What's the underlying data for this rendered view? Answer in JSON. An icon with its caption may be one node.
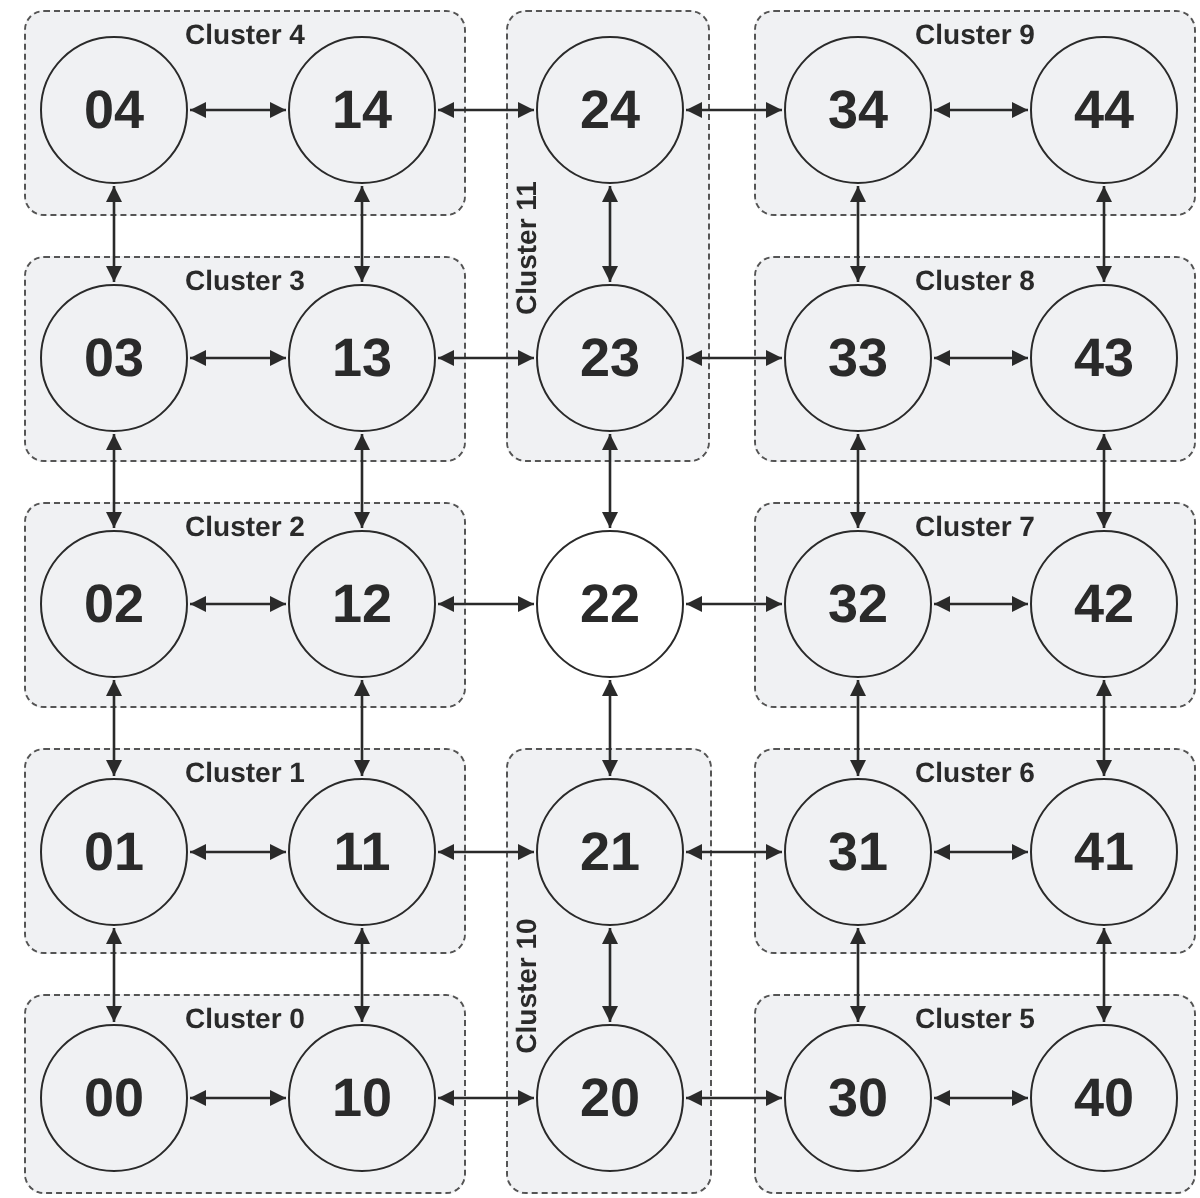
{
  "diagram": {
    "nodes": [
      {
        "text": [
          "Cluster 4"
        ]
      },
      {
        "text": [
          "04"
        ],
        "in": 0
      },
      {
        "text": [
          "14"
        ],
        "in": 0
      },
      {
        "text": [
          "Cluster 11"
        ]
      },
      {
        "text": [
          "24"
        ],
        "in": 3
      },
      {
        "text": [
          "23"
        ],
        "in": 3
      },
      {
        "text": [
          "Cluster 9"
        ]
      },
      {
        "text": [
          "34"
        ],
        "in": 6
      },
      {
        "text": [
          "44"
        ],
        "in": 6
      },
      {
        "text": [
          "Cluster 3"
        ]
      },
      {
        "text": [
          "03"
        ],
        "in": 9
      },
      {
        "text": [
          "13"
        ],
        "in": 9
      },
      {
        "text": [
          "Cluster 8"
        ]
      },
      {
        "text": [
          "33"
        ],
        "in": 12
      },
      {
        "text": [
          "43"
        ],
        "in": 12
      },
      {
        "text": [
          "Cluster 2"
        ]
      },
      {
        "text": [
          "02"
        ],
        "in": 15
      },
      {
        "text": [
          "12"
        ],
        "in": 15
      },
      {
        "text": [
          "22"
        ]
      },
      {
        "text": [
          "Cluster 7"
        ]
      },
      {
        "text": [
          "32"
        ],
        "in": 19
      },
      {
        "text": [
          "42"
        ],
        "in": 19
      },
      {
        "text": [
          "Cluster 1"
        ]
      },
      {
        "text": [
          "01"
        ],
        "in": 22
      },
      {
        "text": [
          "11"
        ],
        "in": 22
      },
      {
        "text": [
          "Cluster 10"
        ]
      },
      {
        "text": [
          "21"
        ],
        "in": 25
      },
      {
        "text": [
          "20"
        ],
        "in": 25
      },
      {
        "text": [
          "Cluster 6"
        ]
      },
      {
        "text": [
          "31"
        ],
        "in": 28
      },
      {
        "text": [
          "41"
        ],
        "in": 28
      },
      {
        "text": [
          "Cluster 0"
        ]
      },
      {
        "text": [
          "00"
        ],
        "in": 31
      },
      {
        "text": [
          "10"
        ],
        "in": 31
      },
      {
        "text": [
          "Cluster 5"
        ]
      },
      {
        "text": [
          "30"
        ],
        "in": 34
      },
      {
        "text": [
          "40"
        ],
        "in": 34
      }
    ],
    "edges": [
      {
        "from": 1,
        "to": 2,
        "arrow": "both"
      },
      {
        "from": 2,
        "to": 4,
        "arrow": "both"
      },
      {
        "from": 4,
        "to": 7,
        "arrow": "both"
      },
      {
        "from": 7,
        "to": 8,
        "arrow": "both"
      },
      {
        "from": 10,
        "to": 11,
        "arrow": "both"
      },
      {
        "from": 11,
        "to": 5,
        "arrow": "both"
      },
      {
        "from": 5,
        "to": 13,
        "arrow": "both"
      },
      {
        "from": 13,
        "to": 14,
        "arrow": "both"
      },
      {
        "from": 16,
        "to": 17,
        "arrow": "both"
      },
      {
        "from": 17,
        "to": 18,
        "arrow": "both"
      },
      {
        "from": 18,
        "to": 20,
        "arrow": "both"
      },
      {
        "from": 20,
        "to": 21,
        "arrow": "both"
      },
      {
        "from": 23,
        "to": 24,
        "arrow": "both"
      },
      {
        "from": 24,
        "to": 26,
        "arrow": "both"
      },
      {
        "from": 26,
        "to": 29,
        "arrow": "both"
      },
      {
        "from": 29,
        "to": 30,
        "arrow": "both"
      },
      {
        "from": 32,
        "to": 33,
        "arrow": "both"
      },
      {
        "from": 33,
        "to": 27,
        "arrow": "both"
      },
      {
        "from": 27,
        "to": 35,
        "arrow": "both"
      },
      {
        "from": 35,
        "to": 36,
        "arrow": "both"
      },
      {
        "from": 1,
        "to": 10,
        "arrow": "both"
      },
      {
        "from": 10,
        "to": 16,
        "arrow": "both"
      },
      {
        "from": 16,
        "to": 23,
        "arrow": "both"
      },
      {
        "from": 23,
        "to": 32,
        "arrow": "both"
      },
      {
        "from": 2,
        "to": 11,
        "arrow": "both"
      },
      {
        "from": 11,
        "to": 17,
        "arrow": "both"
      },
      {
        "from": 17,
        "to": 24,
        "arrow": "both"
      },
      {
        "from": 24,
        "to": 33,
        "arrow": "both"
      },
      {
        "from": 4,
        "to": 5,
        "arrow": "both"
      },
      {
        "from": 5,
        "to": 18,
        "arrow": "both"
      },
      {
        "from": 18,
        "to": 26,
        "arrow": "both"
      },
      {
        "from": 26,
        "to": 27,
        "arrow": "both"
      },
      {
        "from": 7,
        "to": 13,
        "arrow": "both"
      },
      {
        "from": 13,
        "to": 20,
        "arrow": "both"
      },
      {
        "from": 20,
        "to": 29,
        "arrow": "both"
      },
      {
        "from": 29,
        "to": 35,
        "arrow": "both"
      },
      {
        "from": 8,
        "to": 14,
        "arrow": "both"
      },
      {
        "from": 14,
        "to": 21,
        "arrow": "both"
      },
      {
        "from": 21,
        "to": 30,
        "arrow": "both"
      },
      {
        "from": 30,
        "to": 36,
        "arrow": "both"
      }
    ]
  }
}
